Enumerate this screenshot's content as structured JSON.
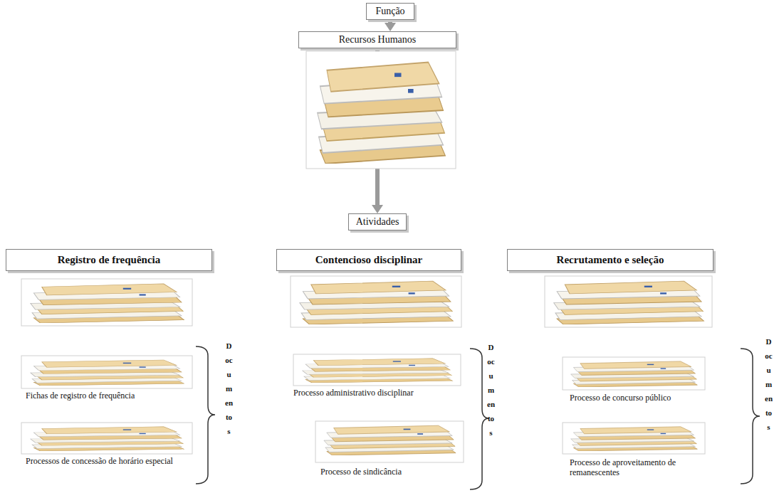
{
  "diagram": {
    "nodes": [
      {
        "text": [
          "Função"
        ]
      },
      {
        "text": [
          "Recursos Humanos"
        ]
      },
      {
        "text": [
          "Atividades"
        ]
      },
      {
        "text": [
          "Registro de frequência"
        ]
      },
      {
        "text": [
          "Contencioso disciplinar"
        ]
      },
      {
        "text": [
          "Recrutamento e seleção"
        ]
      }
    ],
    "edges": [
      {
        "from": 0,
        "to": 1,
        "arrow": "to"
      },
      {
        "from": 1,
        "to": 2,
        "arrow": "to"
      }
    ],
    "labels": [
      "Fichas de registro de frequência",
      "Processos de concessão de horário especial",
      "Documentos",
      "Processo administrativo disciplinar",
      "Processo de sindicância",
      "Documentos",
      "Processo de concurso público",
      "Processo de aproveitamento de remanescentes",
      "Documentos"
    ]
  }
}
